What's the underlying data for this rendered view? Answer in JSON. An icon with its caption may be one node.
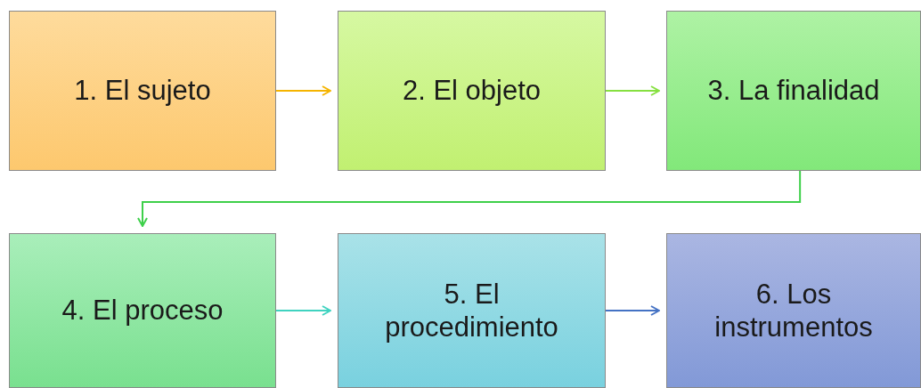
{
  "diagram": {
    "nodes": [
      {
        "text": [
          "1. El sujeto"
        ]
      },
      {
        "text": [
          "2. El objeto"
        ]
      },
      {
        "text": [
          "3. La finalidad"
        ]
      },
      {
        "text": [
          "4. El proceso"
        ]
      },
      {
        "text": [
          "5. El procedimiento"
        ]
      },
      {
        "text": [
          "6. Los instrumentos"
        ]
      }
    ],
    "edges": [
      {
        "from": 0,
        "to": 1,
        "arrow": "to",
        "color": "#f5b400"
      },
      {
        "from": 1,
        "to": 2,
        "arrow": "to",
        "color": "#86e040"
      },
      {
        "from": 2,
        "to": 3,
        "arrow": "to",
        "color": "#3ed04a"
      },
      {
        "from": 3,
        "to": 4,
        "arrow": "to",
        "color": "#3fd3c0"
      },
      {
        "from": 4,
        "to": 5,
        "arrow": "to",
        "color": "#4472c4"
      }
    ]
  }
}
